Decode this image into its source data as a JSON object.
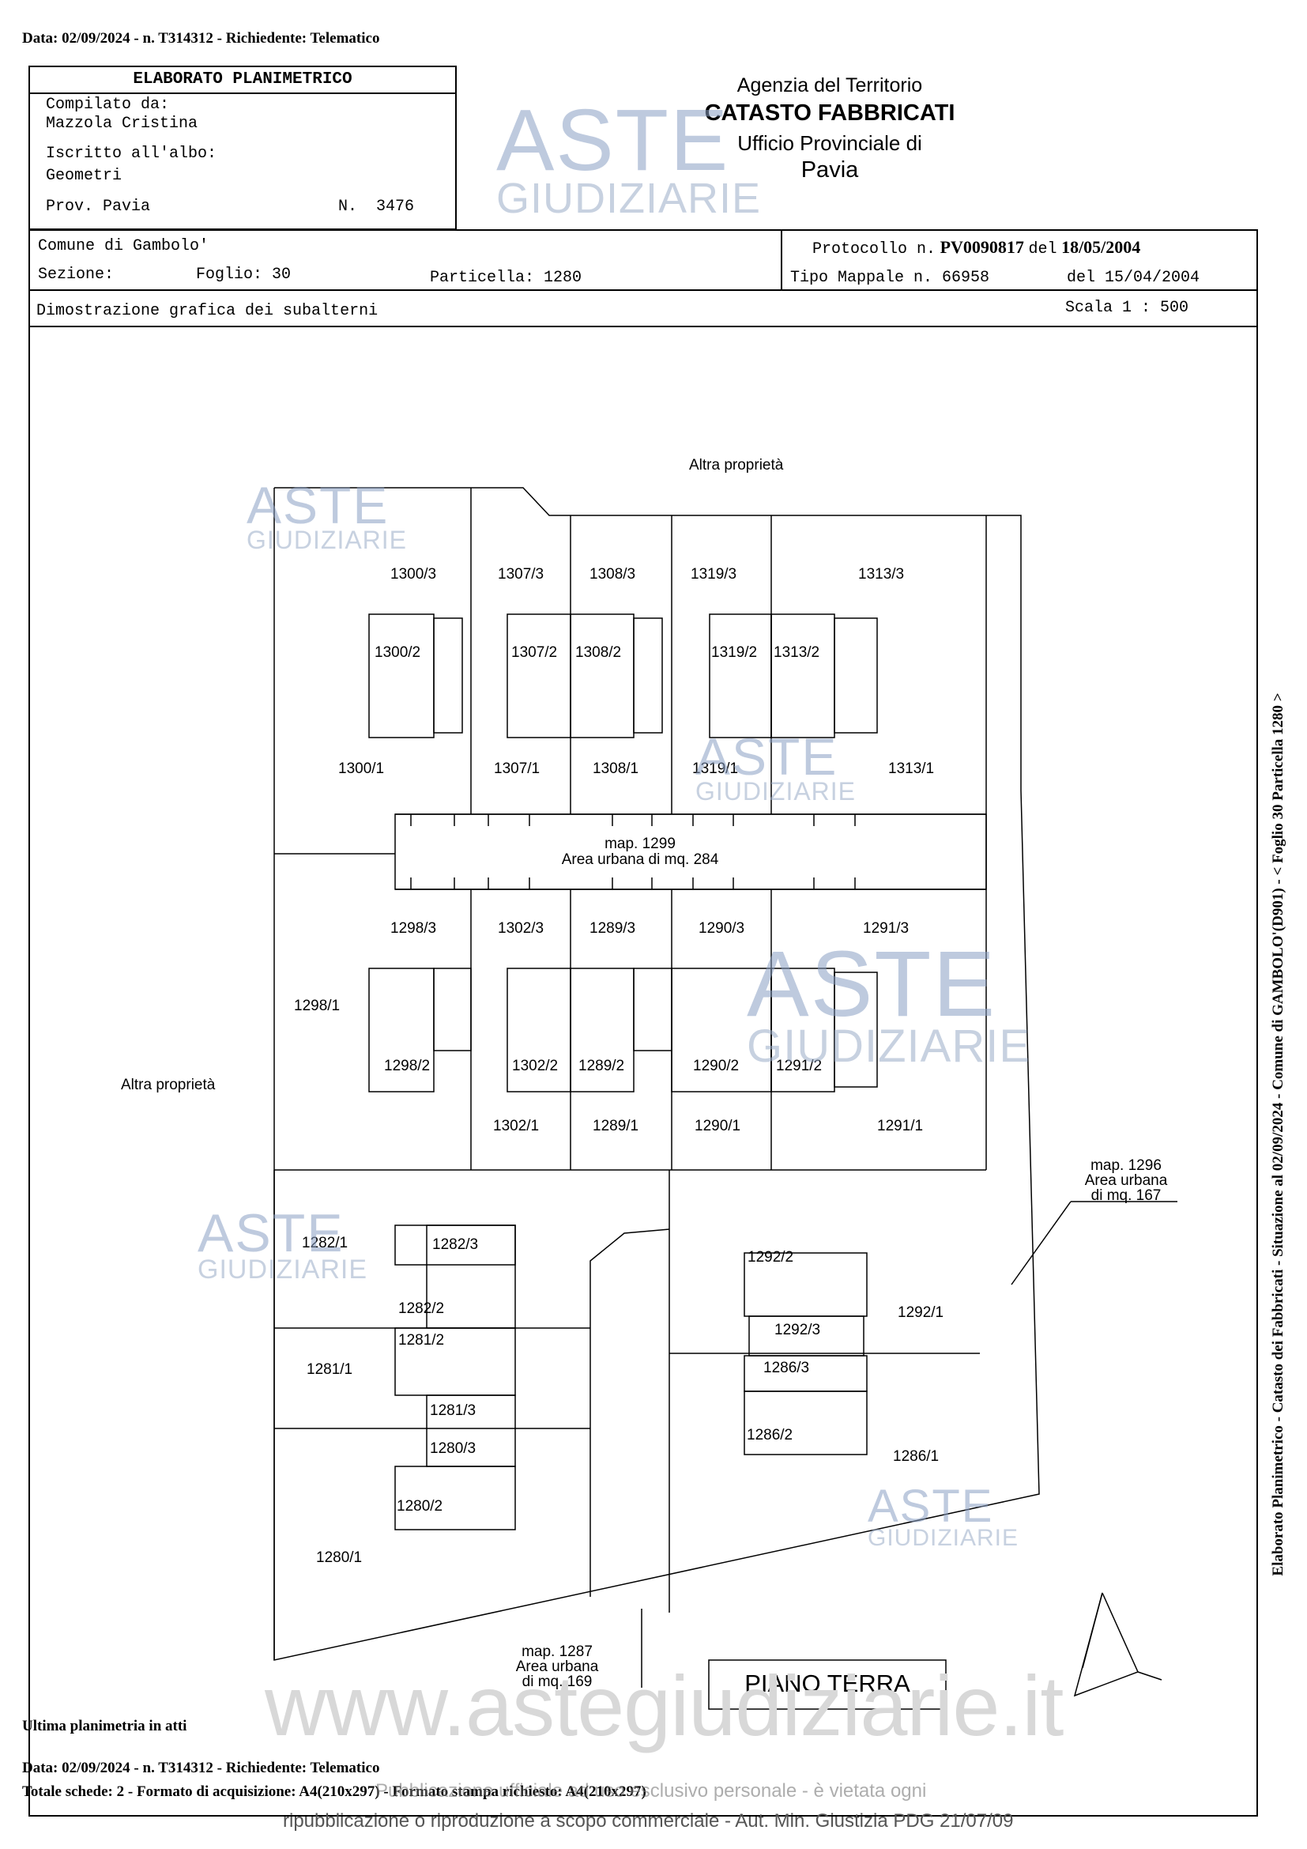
{
  "top_meta": "Data: 02/09/2024 - n. T314312 - Richiedente: Telematico",
  "header": {
    "title": "ELABORATO PLANIMETRICO",
    "compiled_label": "Compilato da:",
    "compiled_name": "Mazzola Cristina",
    "albo_label": "Iscritto all'albo:",
    "albo_value": "Geometri",
    "prov": "Prov. Pavia",
    "num": "N.  3476"
  },
  "agency": {
    "line1": "Agenzia del Territorio",
    "line2": "CATASTO FABBRICATI",
    "line3": "Ufficio Provinciale di",
    "line4": "Pavia"
  },
  "info": {
    "comune": "Comune di Gambolo'",
    "sezione": "Sezione:",
    "foglio": "Foglio: 30",
    "particella": "Particella: 1280",
    "protocollo_label": "Protocollo n.",
    "protocollo_value": "PV0090817",
    "protocollo_del": "del",
    "protocollo_date": "18/05/2004",
    "tipo": "Tipo Mappale n. 66958",
    "tipo_date": "del 15/04/2004",
    "dimostrazione": "Dimostrazione grafica dei subalterni",
    "scala": "Scala 1 : 500"
  },
  "side_text": "Elaborato Planimetrico - Catasto dei Fabbricati - Situazione al 02/09/2024 - Comune di GAMBOLO'(D901) - < Foglio 30 Particella 1280 >",
  "watermark": {
    "aste": "ASTE",
    "giudiziarie": "GIUDIZIARIE",
    "url": "www.astegiudiziarie.it"
  },
  "plan": {
    "north": "Altra proprietà",
    "west": "Altra proprietà",
    "map1299": [
      "map. 1299",
      "Area urbana di mq. 284"
    ],
    "map1296": [
      "map. 1296",
      "Area urbana",
      "di mq. 167"
    ],
    "map1287": [
      "map. 1287",
      "Area urbana",
      "di mq. 169"
    ],
    "piano": "PIANO TERRA",
    "labels": {
      "l1300_3": "1300/3",
      "l1307_3": "1307/3",
      "l1308_3": "1308/3",
      "l1319_3": "1319/3",
      "l1313_3": "1313/3",
      "l1300_2": "1300/2",
      "l1307_2": "1307/2",
      "l1308_2": "1308/2",
      "l1319_2": "1319/2",
      "l1313_2": "1313/2",
      "l1300_1": "1300/1",
      "l1307_1": "1307/1",
      "l1308_1": "1308/1",
      "l1319_1": "1319/1",
      "l1313_1": "1313/1",
      "l1298_3": "1298/3",
      "l1302_3": "1302/3",
      "l1289_3": "1289/3",
      "l1290_3": "1290/3",
      "l1291_3": "1291/3",
      "l1298_1": "1298/1",
      "l1298_2": "1298/2",
      "l1302_2": "1302/2",
      "l1289_2": "1289/2",
      "l1290_2": "1290/2",
      "l1291_2": "1291/2",
      "l1302_1": "1302/1",
      "l1289_1": "1289/1",
      "l1290_1": "1290/1",
      "l1291_1": "1291/1",
      "l1282_1": "1282/1",
      "l1282_3": "1282/3",
      "l1282_2": "1282/2",
      "l1281_2": "1281/2",
      "l1281_1": "1281/1",
      "l1281_3": "1281/3",
      "l1280_3": "1280/3",
      "l1280_2": "1280/2",
      "l1280_1": "1280/1",
      "l1292_2": "1292/2",
      "l1292_3": "1292/3",
      "l1292_1": "1292/1",
      "l1286_3": "1286/3",
      "l1286_2": "1286/2",
      "l1286_1": "1286/1"
    }
  },
  "footer": {
    "ultima": "Ultima planimetria in atti",
    "data": "Data: 02/09/2024 - n. T314312 - Richiedente: Telematico",
    "totale": "Totale schede: 2 - Formato di acquisizione: A4(210x297) - Formato stampa richiesto: A4(210x297)",
    "overlay": "Pubblicazione ufficiale ad uso esclusivo personale - è vietata ogni",
    "repub": "ripubblicazione o riproduzione a scopo commerciale - Aut. Min. Giustizia PDG 21/07/09"
  }
}
